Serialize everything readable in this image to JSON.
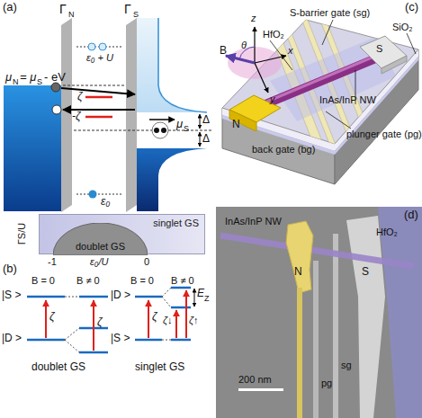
{
  "diagram": {
    "nodes": [
      {
        "text": [
          "singlet GS"
        ]
      },
      {
        "text": [
          "doublet GS"
        ],
        "in": 0
      }
    ],
    "labels": [
      "(a)",
      "Γ",
      "N",
      "Γ",
      "S",
      "ε₀ + U",
      "μ",
      "N",
      "= μ",
      "S",
      "- eV",
      "ζ",
      "-ζ",
      "Δ",
      "Δ",
      "μ",
      "S",
      "ε₀",
      "ΓS/U",
      "-1",
      "ε₀/U",
      "0",
      "(b)",
      "B = 0",
      "B ≠ 0",
      "B = 0",
      "B ≠ 0",
      "|S >",
      "|D >",
      "ζ",
      "ζ",
      "doublet GS",
      "|D >",
      "|S >",
      "ζ",
      "ζ↓",
      "ζ↑",
      "E",
      "Z",
      "singlet GS",
      "(c)",
      "S-barrier gate (sg)",
      "HfO₂",
      "SiO₂",
      "S",
      "z",
      "B",
      "x",
      "θ",
      "y",
      "N",
      "InAs/InP NW",
      "plunger gate (pg)",
      "back gate (bg)",
      "(d)",
      "InAs/InP NW",
      "HfO₂",
      "N",
      "S",
      "sg",
      "pg",
      "200 nm"
    ]
  }
}
